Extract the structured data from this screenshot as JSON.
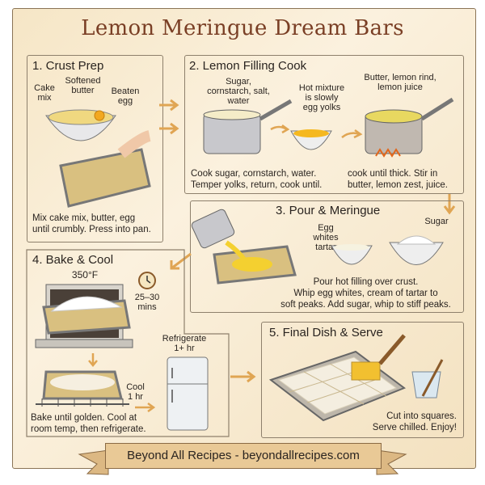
{
  "title": "Lemon Meringue Dream Bars",
  "steps": [
    {
      "title": "1. Crust Prep",
      "labels": [
        "Cake mix",
        "Softened butter",
        "Beaten egg"
      ],
      "caption": [
        "Mix cake mix, butter, egg",
        "until crumbly. Press into pan."
      ]
    },
    {
      "title": "2. Lemon Filling Cook",
      "labels": [
        "Sugar, cornstarch, salt, water",
        "Hot mixture is slowly egg yolks",
        "Butter, lemon rind, lemon juice"
      ],
      "caption": [
        "Cook sugar, cornstarch, water.",
        "Temper yolks, return, cook until."
      ],
      "caption2": [
        "cook until thick. Stir in",
        "butter, lemon zest, juice."
      ]
    },
    {
      "title": "3. Pour & Meringue",
      "labels": [
        "Egg whites tartar",
        "Sugar"
      ],
      "caption": [
        "Pour hot filling over crust.",
        "Whip egg whites, cream of tartar to",
        "soft peaks. Add sugar, whip to stiff peaks."
      ]
    },
    {
      "title": "4. Bake & Cool",
      "labels": [
        "350°F",
        "25–30 mins",
        "Cool 1 hr",
        "Refrigerate 1+ hr"
      ],
      "caption": [
        "Bake until golden. Cool at",
        "room temp, then refrigerate."
      ]
    },
    {
      "title": "5. Final Dish & Serve",
      "caption": [
        "Cut into squares.",
        "Serve chilled. Enjoy!"
      ]
    }
  ],
  "footer": "Beyond All Recipes - beyondallrecipes.com",
  "colors": {
    "parchment": "#f6e6c6",
    "title": "#7a3f25",
    "arrow": "#e0a553",
    "lemon": "#f2d04a",
    "banner": "#e9c996"
  }
}
